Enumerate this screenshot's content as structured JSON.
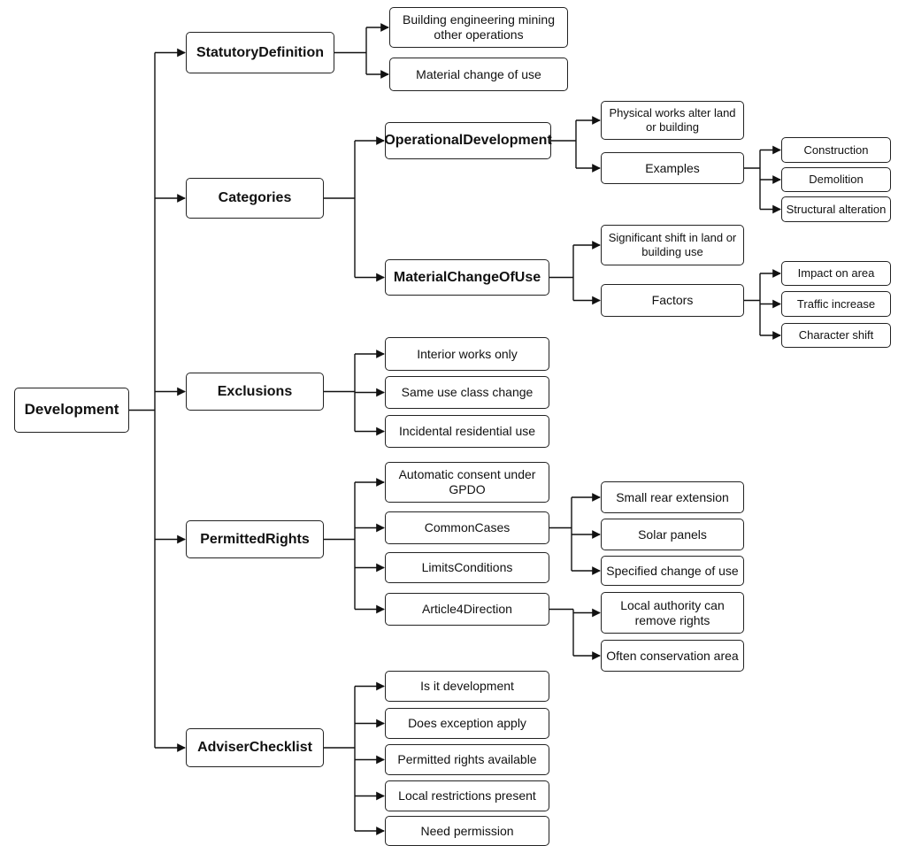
{
  "nodes": {
    "development": "Development",
    "statutory_definition": "StatutoryDefinition",
    "building_engineering": "Building engineering mining other operations",
    "material_change_of_use_def": "Material change of use",
    "categories": "Categories",
    "operational_development": "OperationalDevelopment",
    "physical_works": "Physical works alter land or building",
    "examples": "Examples",
    "construction": "Construction",
    "demolition": "Demolition",
    "structural_alteration": "Structural alteration",
    "material_change_of_use": "MaterialChangeOfUse",
    "significant_shift": "Significant shift in land or building use",
    "factors": "Factors",
    "impact_on_area": "Impact on area",
    "traffic_increase": "Traffic increase",
    "character_shift": "Character shift",
    "exclusions": "Exclusions",
    "interior_works": "Interior works only",
    "same_use_class": "Same use class change",
    "incidental_residential": "Incidental residential use",
    "permitted_rights": "PermittedRights",
    "automatic_consent": "Automatic consent under GPDO",
    "common_cases": "CommonCases",
    "small_rear_extension": "Small rear extension",
    "solar_panels": "Solar panels",
    "specified_change": "Specified change of use",
    "limits_conditions": "LimitsConditions",
    "article4_direction": "Article4Direction",
    "local_authority": "Local authority can remove rights",
    "conservation_area": "Often conservation area",
    "adviser_checklist": "AdviserChecklist",
    "is_it_development": "Is it development",
    "exception_apply": "Does exception apply",
    "permitted_available": "Permitted rights available",
    "local_restrictions": "Local restrictions present",
    "need_permission": "Need permission"
  }
}
